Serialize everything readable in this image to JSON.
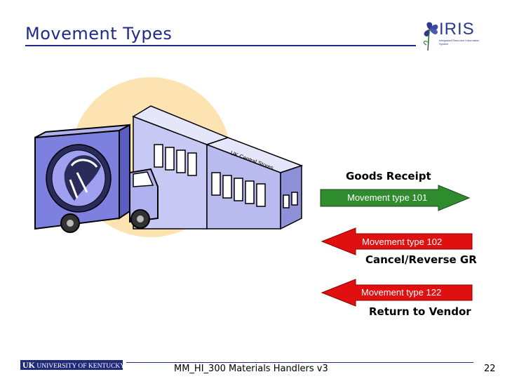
{
  "slide": {
    "title": "Movement Types"
  },
  "logo": {
    "name": "IRIS",
    "tagline": "Integrated Resource Information System"
  },
  "illustration": {
    "building_sign": "UK Central Stores"
  },
  "movements": [
    {
      "label": "Movement type 101",
      "caption": "Goods Receipt",
      "direction": "right",
      "color": "#2e8b2e"
    },
    {
      "label": "Movement type 102",
      "caption": "Cancel/Reverse GR",
      "direction": "left",
      "color": "#e01010"
    },
    {
      "label": "Movement type 122",
      "caption": "Return to Vendor",
      "direction": "left",
      "color": "#e01010"
    }
  ],
  "footer": {
    "university": "UNIVERSITY OF KENTUCKY",
    "course": "MM_HI_300 Materials Handlers v3",
    "page": "22"
  }
}
